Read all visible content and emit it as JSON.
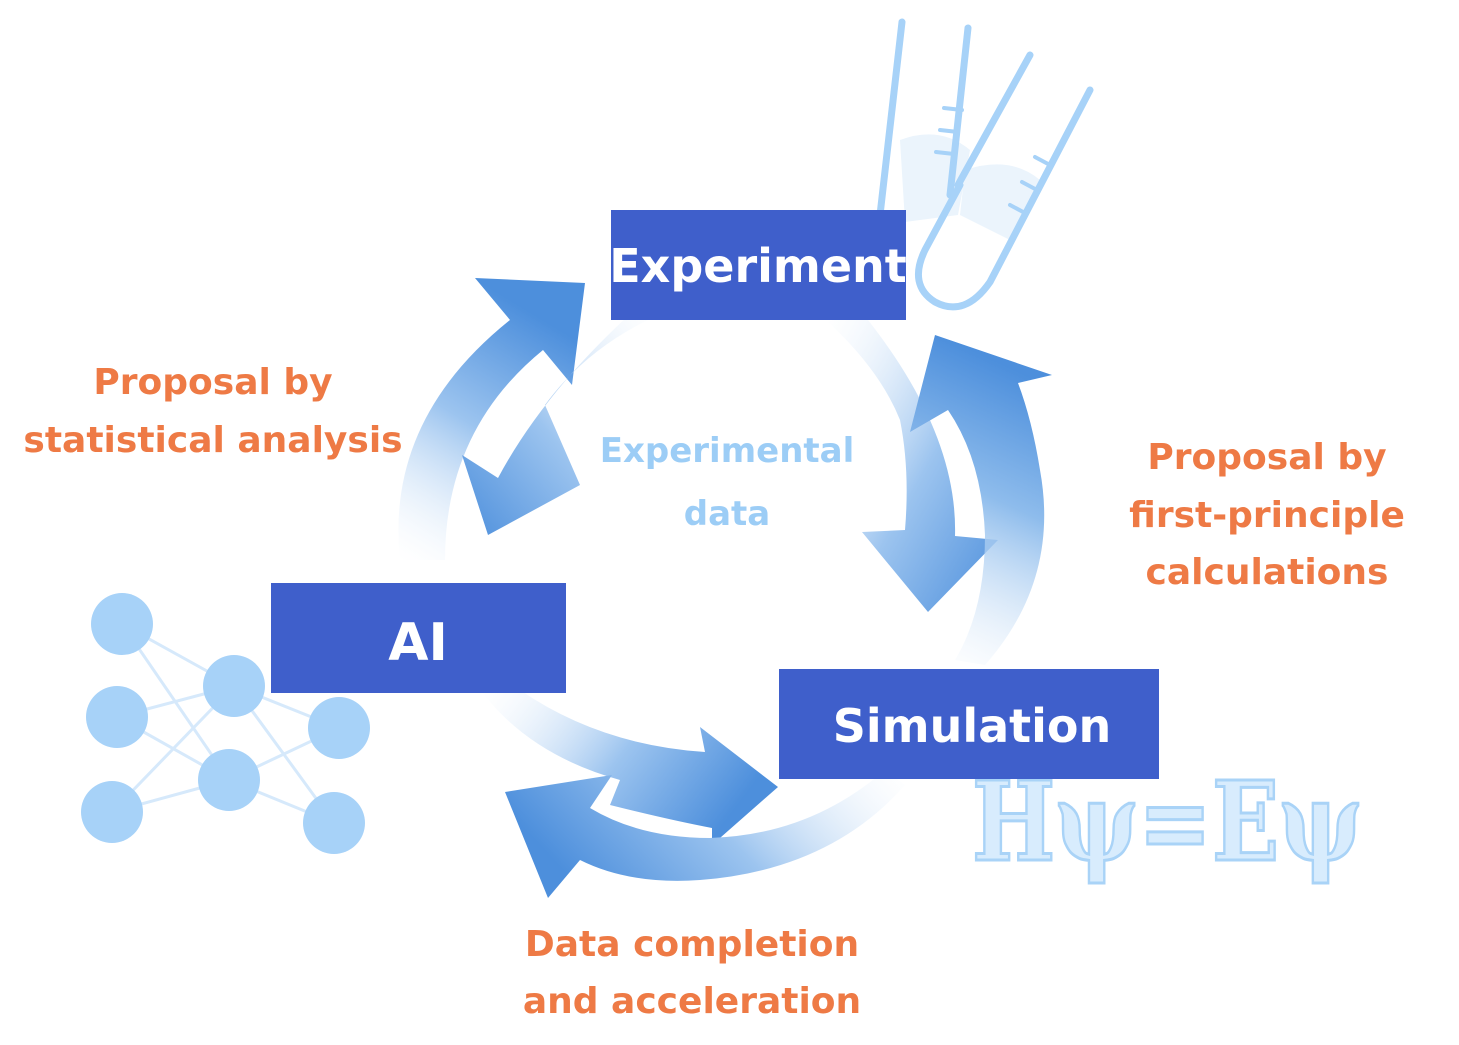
{
  "nodes": {
    "experiment": "Experiment",
    "ai": "AI",
    "simulation": "Simulation"
  },
  "center_text": {
    "line1": "Experimental",
    "line2": "data"
  },
  "annotations": {
    "statistical": {
      "line1": "Proposal by",
      "line2": "statistical analysis"
    },
    "first_principle": {
      "line1": "Proposal by",
      "line2": "first-principle",
      "line3": "calculations"
    },
    "data_completion": {
      "line1": "Data completion",
      "line2": "and acceleration"
    }
  },
  "equation": "Hψ=Eψ",
  "colors": {
    "node_fill": "#3f5fcb",
    "annotation_text": "#ee7a45",
    "center_text": "#9ccdf6",
    "arrow_dark": "#4c90de",
    "arrow_light": "#d9e9fa",
    "icon_fill": "#a7d2f8"
  }
}
